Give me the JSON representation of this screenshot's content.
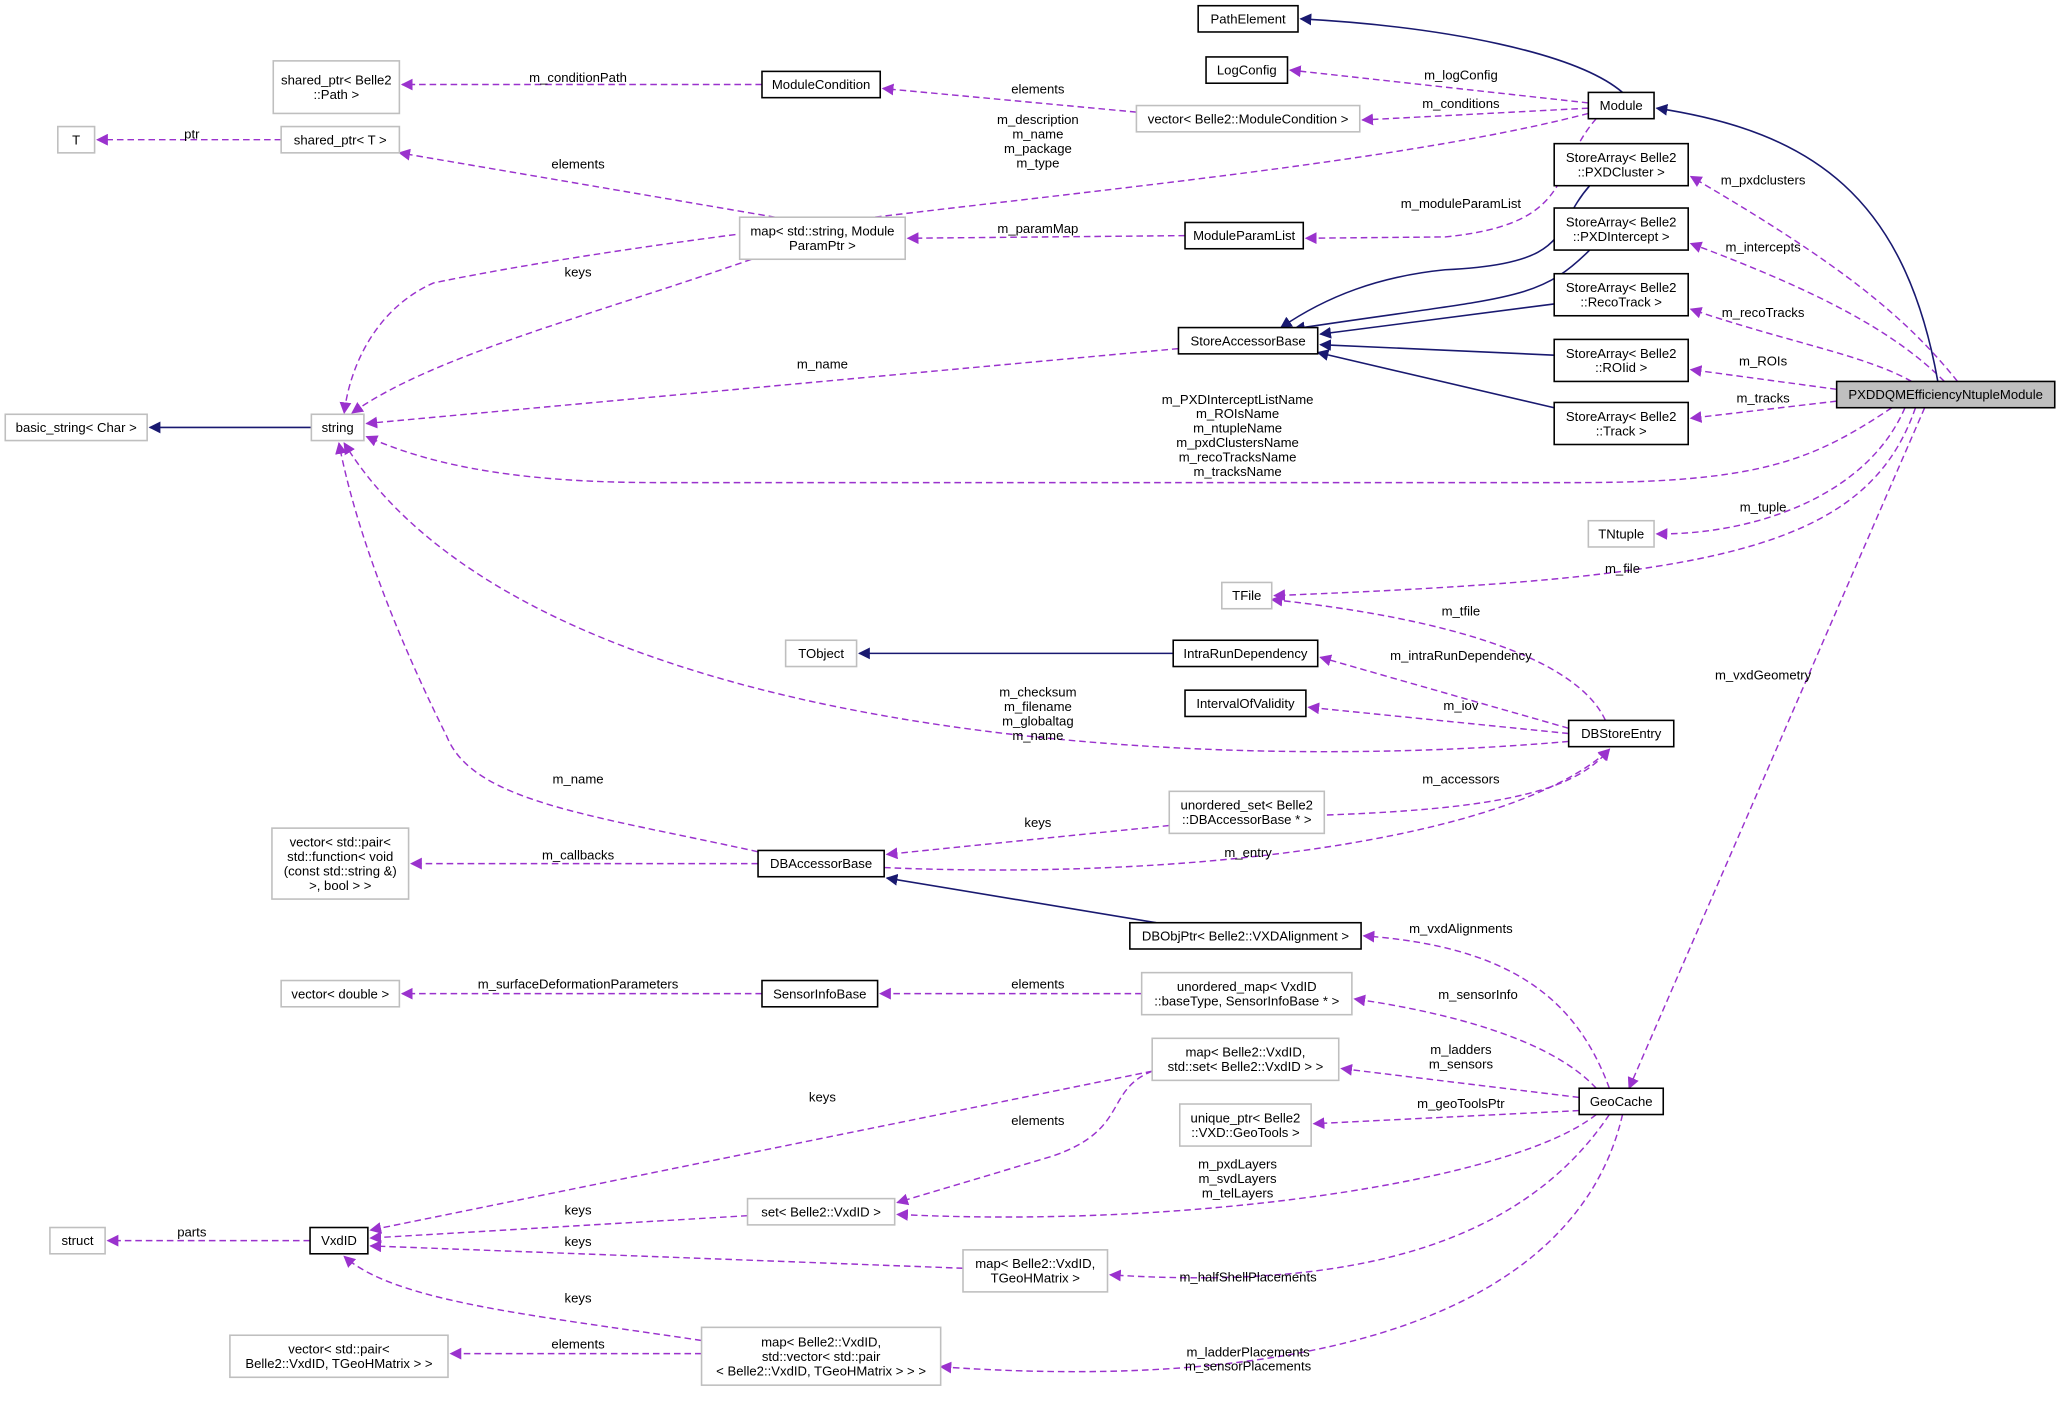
{
  "colors": {
    "inheritance": "#191970",
    "usage": "#9a32cd",
    "focus_fill": "#bfbfbf",
    "undocumented_border": "#bfbfbf"
  },
  "nodes": {
    "PathElement": {
      "lines": [
        "PathElement"
      ],
      "documented": true
    },
    "LogConfig": {
      "lines": [
        "LogConfig"
      ],
      "documented": true
    },
    "Module": {
      "lines": [
        "Module"
      ],
      "documented": true
    },
    "VecModCond": {
      "lines": [
        "vector< Belle2::ModuleCondition >"
      ],
      "documented": false
    },
    "ModuleCondition": {
      "lines": [
        "ModuleCondition"
      ],
      "documented": true
    },
    "SharedPath": {
      "lines": [
        "shared_ptr< Belle2",
        "::Path >"
      ],
      "documented": false
    },
    "T": {
      "lines": [
        "T"
      ],
      "documented": false
    },
    "SharedT": {
      "lines": [
        "shared_ptr< T >"
      ],
      "documented": false
    },
    "MapParam": {
      "lines": [
        "map< std::string, Module",
        "ParamPtr >"
      ],
      "documented": false
    },
    "ModuleParamList": {
      "lines": [
        "ModuleParamList"
      ],
      "documented": true
    },
    "SAPXDCluster": {
      "lines": [
        "StoreArray< Belle2",
        "::PXDCluster >"
      ],
      "documented": true
    },
    "SAPXDIntercept": {
      "lines": [
        "StoreArray< Belle2",
        "::PXDIntercept >"
      ],
      "documented": true
    },
    "SARecoTrack": {
      "lines": [
        "StoreArray< Belle2",
        "::RecoTrack >"
      ],
      "documented": true
    },
    "SAROIid": {
      "lines": [
        "StoreArray< Belle2",
        "::ROIid >"
      ],
      "documented": true
    },
    "SATrack": {
      "lines": [
        "StoreArray< Belle2",
        "::Track >"
      ],
      "documented": true
    },
    "StoreAccessorBase": {
      "lines": [
        "StoreAccessorBase"
      ],
      "documented": true
    },
    "Focus": {
      "lines": [
        "PXDDQMEfficiencyNtupleModule"
      ],
      "documented": true,
      "focus": true
    },
    "BasicString": {
      "lines": [
        "basic_string< Char >"
      ],
      "documented": false
    },
    "String": {
      "lines": [
        "string"
      ],
      "documented": false
    },
    "TNtuple": {
      "lines": [
        "TNtuple"
      ],
      "documented": false
    },
    "TFile": {
      "lines": [
        "TFile"
      ],
      "documented": false
    },
    "TObject": {
      "lines": [
        "TObject"
      ],
      "documented": false
    },
    "IntraRunDependency": {
      "lines": [
        "IntraRunDependency"
      ],
      "documented": true
    },
    "IntervalOfValidity": {
      "lines": [
        "IntervalOfValidity"
      ],
      "documented": true
    },
    "DBStoreEntry": {
      "lines": [
        "DBStoreEntry"
      ],
      "documented": true
    },
    "VecCallbacks": {
      "lines": [
        "vector< std::pair<",
        "std::function< void",
        "(const std::string &)",
        ">, bool > >"
      ],
      "documented": false
    },
    "DBAccessorBase": {
      "lines": [
        "DBAccessorBase"
      ],
      "documented": true
    },
    "USetAccessor": {
      "lines": [
        "unordered_set< Belle2",
        "::DBAccessorBase * >"
      ],
      "documented": false
    },
    "DBObjPtr": {
      "lines": [
        "DBObjPtr< Belle2::VXDAlignment >"
      ],
      "documented": true
    },
    "VecDouble": {
      "lines": [
        "vector< double >"
      ],
      "documented": false
    },
    "SensorInfoBase": {
      "lines": [
        "SensorInfoBase"
      ],
      "documented": true
    },
    "UMapSensor": {
      "lines": [
        "unordered_map< VxdID",
        "::baseType, SensorInfoBase * >"
      ],
      "documented": false
    },
    "MapSet": {
      "lines": [
        "map< Belle2::VxdID,",
        "std::set< Belle2::VxdID > >"
      ],
      "documented": false
    },
    "GeoCache": {
      "lines": [
        "GeoCache"
      ],
      "documented": true
    },
    "UniqueGeoTools": {
      "lines": [
        "unique_ptr< Belle2",
        "::VXD::GeoTools >"
      ],
      "documented": false
    },
    "Struct": {
      "lines": [
        "struct"
      ],
      "documented": false
    },
    "VxdID": {
      "lines": [
        "VxdID"
      ],
      "documented": true
    },
    "SetVxdID": {
      "lines": [
        "set< Belle2::VxdID >"
      ],
      "documented": false
    },
    "MapTGeo": {
      "lines": [
        "map< Belle2::VxdID,",
        "TGeoHMatrix >"
      ],
      "documented": false
    },
    "VecPair": {
      "lines": [
        "vector< std::pair<",
        "Belle2::VxdID, TGeoHMatrix > >"
      ],
      "documented": false
    },
    "MapVecPair": {
      "lines": [
        "map< Belle2::VxdID,",
        "std::vector< std::pair",
        "< Belle2::VxdID, TGeoHMatrix > > >"
      ],
      "documented": false
    }
  },
  "edges": {
    "e1": {
      "from": "Module",
      "to": "PathElement",
      "kind": "inheritance",
      "label": []
    },
    "e2": {
      "from": "Module",
      "to": "LogConfig",
      "kind": "usage",
      "label": [
        "m_logConfig"
      ]
    },
    "e3": {
      "from": "Module",
      "to": "VecModCond",
      "kind": "usage",
      "label": [
        "m_conditions"
      ]
    },
    "e4": {
      "from": "VecModCond",
      "to": "ModuleCondition",
      "kind": "usage",
      "label": [
        "elements"
      ]
    },
    "e5": {
      "from": "ModuleCondition",
      "to": "SharedPath",
      "kind": "usage",
      "label": [
        "m_conditionPath"
      ]
    },
    "e6": {
      "from": "SharedT",
      "to": "T",
      "kind": "usage",
      "label": [
        "ptr"
      ]
    },
    "e7": {
      "from": "MapParam",
      "to": "SharedT",
      "kind": "usage",
      "label": [
        "elements"
      ]
    },
    "e8": {
      "from": "MapParam",
      "to": "String",
      "kind": "usage",
      "label": [
        "keys"
      ]
    },
    "e9": {
      "from": "Module",
      "to": "String",
      "kind": "usage",
      "label": [
        "m_description",
        "m_name",
        "m_package",
        "m_type"
      ]
    },
    "e10": {
      "from": "ModuleParamList",
      "to": "MapParam",
      "kind": "usage",
      "label": [
        "m_paramMap"
      ]
    },
    "e11": {
      "from": "Module",
      "to": "ModuleParamList",
      "kind": "usage",
      "label": [
        "m_moduleParamList"
      ]
    },
    "e12": {
      "from": "SAPXDCluster",
      "to": "StoreAccessorBase",
      "kind": "inheritance",
      "label": []
    },
    "e13": {
      "from": "SAPXDIntercept",
      "to": "StoreAccessorBase",
      "kind": "inheritance",
      "label": []
    },
    "e14": {
      "from": "SARecoTrack",
      "to": "StoreAccessorBase",
      "kind": "inheritance",
      "label": []
    },
    "e15": {
      "from": "SAROIid",
      "to": "StoreAccessorBase",
      "kind": "inheritance",
      "label": []
    },
    "e16": {
      "from": "SATrack",
      "to": "StoreAccessorBase",
      "kind": "inheritance",
      "label": []
    },
    "e17": {
      "from": "StoreAccessorBase",
      "to": "String",
      "kind": "usage",
      "label": [
        "m_name"
      ]
    },
    "e18": {
      "from": "Focus",
      "to": "SAPXDCluster",
      "kind": "usage",
      "label": [
        "m_pxdclusters"
      ]
    },
    "e19": {
      "from": "Focus",
      "to": "SAPXDIntercept",
      "kind": "usage",
      "label": [
        "m_intercepts"
      ]
    },
    "e20": {
      "from": "Focus",
      "to": "SARecoTrack",
      "kind": "usage",
      "label": [
        "m_recoTracks"
      ]
    },
    "e21": {
      "from": "Focus",
      "to": "SAROIid",
      "kind": "usage",
      "label": [
        "m_ROIs"
      ]
    },
    "e22": {
      "from": "Focus",
      "to": "SATrack",
      "kind": "usage",
      "label": [
        "m_tracks"
      ]
    },
    "e23": {
      "from": "Focus",
      "to": "Module",
      "kind": "inheritance",
      "label": []
    },
    "e24": {
      "from": "Focus",
      "to": "String",
      "kind": "usage",
      "label": [
        "m_PXDInterceptListName",
        "m_ROIsName",
        "m_ntupleName",
        "m_pxdClustersName",
        "m_recoTracksName",
        "m_tracksName"
      ]
    },
    "e25": {
      "from": "Focus",
      "to": "TNtuple",
      "kind": "usage",
      "label": [
        "m_tuple"
      ]
    },
    "e26": {
      "from": "Focus",
      "to": "TFile",
      "kind": "usage",
      "label": [
        "m_file"
      ]
    },
    "e27": {
      "from": "Focus",
      "to": "GeoCache",
      "kind": "usage",
      "label": [
        "m_vxdGeometry"
      ]
    },
    "e28": {
      "from": "String",
      "to": "BasicString",
      "kind": "inheritance",
      "label": []
    },
    "e29": {
      "from": "DBStoreEntry",
      "to": "TFile",
      "kind": "usage",
      "label": [
        "m_tfile"
      ]
    },
    "e30": {
      "from": "DBStoreEntry",
      "to": "IntraRunDependency",
      "kind": "usage",
      "label": [
        "m_intraRunDependency"
      ]
    },
    "e31": {
      "from": "IntraRunDependency",
      "to": "TObject",
      "kind": "inheritance",
      "label": []
    },
    "e32": {
      "from": "DBStoreEntry",
      "to": "IntervalOfValidity",
      "kind": "usage",
      "label": [
        "m_iov"
      ]
    },
    "e33": {
      "from": "DBStoreEntry",
      "to": "String",
      "kind": "usage",
      "label": [
        "m_checksum",
        "m_filename",
        "m_globaltag",
        "m_name"
      ]
    },
    "e34": {
      "from": "USetAccessor",
      "to": "DBStoreEntry",
      "kind": "usage",
      "label": [
        "m_accessors"
      ]
    },
    "e35": {
      "from": "USetAccessor",
      "to": "DBAccessorBase",
      "kind": "usage",
      "label": [
        "keys"
      ]
    },
    "e36": {
      "from": "DBAccessorBase",
      "to": "DBStoreEntry",
      "kind": "usage",
      "label": [
        "m_entry"
      ]
    },
    "e37": {
      "from": "DBAccessorBase",
      "to": "String",
      "kind": "usage",
      "label": [
        "m_name"
      ]
    },
    "e38": {
      "from": "DBAccessorBase",
      "to": "VecCallbacks",
      "kind": "usage",
      "label": [
        "m_callbacks"
      ]
    },
    "e39": {
      "from": "DBObjPtr",
      "to": "DBAccessorBase",
      "kind": "inheritance",
      "label": []
    },
    "e40": {
      "from": "GeoCache",
      "to": "DBObjPtr",
      "kind": "usage",
      "label": [
        "m_vxdAlignments"
      ]
    },
    "e41": {
      "from": "GeoCache",
      "to": "UMapSensor",
      "kind": "usage",
      "label": [
        "m_sensorInfo"
      ]
    },
    "e42": {
      "from": "UMapSensor",
      "to": "SensorInfoBase",
      "kind": "usage",
      "label": [
        "elements"
      ]
    },
    "e43": {
      "from": "SensorInfoBase",
      "to": "VecDouble",
      "kind": "usage",
      "label": [
        "m_surfaceDeformationParameters"
      ]
    },
    "e44": {
      "from": "GeoCache",
      "to": "MapSet",
      "kind": "usage",
      "label": [
        "m_ladders",
        "m_sensors"
      ]
    },
    "e45": {
      "from": "GeoCache",
      "to": "UniqueGeoTools",
      "kind": "usage",
      "label": [
        "m_geoToolsPtr"
      ]
    },
    "e46": {
      "from": "GeoCache",
      "to": "SetVxdID",
      "kind": "usage",
      "label": [
        "m_pxdLayers",
        "m_svdLayers",
        "m_telLayers"
      ]
    },
    "e47": {
      "from": "GeoCache",
      "to": "MapTGeo",
      "kind": "usage",
      "label": [
        "m_halfShellPlacements"
      ]
    },
    "e48": {
      "from": "GeoCache",
      "to": "MapVecPair",
      "kind": "usage",
      "label": [
        "m_ladderPlacements",
        "m_sensorPlacements"
      ]
    },
    "e49": {
      "from": "MapSet",
      "to": "SetVxdID",
      "kind": "usage",
      "label": [
        "elements"
      ]
    },
    "e50": {
      "from": "MapSet",
      "to": "VxdID",
      "kind": "usage",
      "label": [
        "keys"
      ]
    },
    "e51": {
      "from": "SetVxdID",
      "to": "VxdID",
      "kind": "usage",
      "label": [
        "keys"
      ]
    },
    "e52": {
      "from": "MapTGeo",
      "to": "VxdID",
      "kind": "usage",
      "label": [
        "keys"
      ]
    },
    "e53": {
      "from": "MapVecPair",
      "to": "VxdID",
      "kind": "usage",
      "label": [
        "keys"
      ]
    },
    "e54": {
      "from": "MapVecPair",
      "to": "VecPair",
      "kind": "usage",
      "label": [
        "elements"
      ]
    },
    "e55": {
      "from": "VxdID",
      "to": "Struct",
      "kind": "usage",
      "label": [
        "parts"
      ]
    }
  }
}
